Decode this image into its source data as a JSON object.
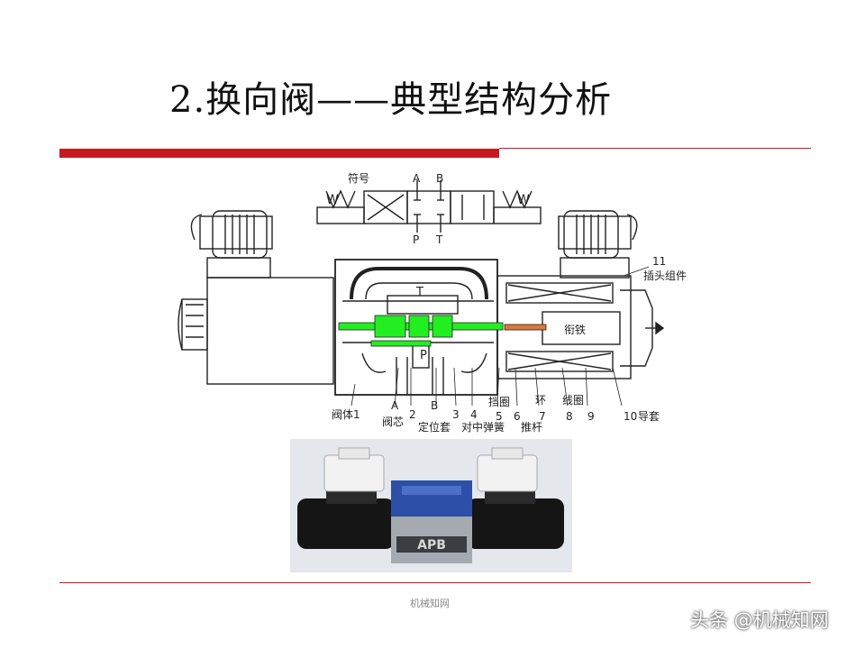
{
  "slide": {
    "title": "2.换向阀——典型结构分析",
    "footer": "机械知网",
    "watermark": "头条 @机械知网"
  },
  "colors": {
    "accent_red": "#c8191e",
    "spool_green": "#22ee22",
    "pushrod_orange": "#d9793a",
    "valve_blue": "#2d4fa8"
  },
  "diagram": {
    "symbol_label": "符号",
    "port_a": "A",
    "port_b": "B",
    "port_p": "P",
    "port_t": "T",
    "spring_w_left": "W",
    "spring_w_right": "W",
    "body_t": "T",
    "body_p": "P",
    "armature": "衔铁",
    "label_valve_body": "阀体",
    "label_spool": "阀芯",
    "label_positioning_sleeve": "定位套",
    "label_center_spring": "对中弹簧",
    "label_stop_ring": "挡圈",
    "label_pushrod": "推杆",
    "label_ring": "环",
    "label_coil": "线圈",
    "label_guide_sleeve": "导套",
    "label_plug_assembly": "插头组件",
    "label_a": "A",
    "label_b": "B",
    "num_1": "1",
    "num_2": "2",
    "num_3": "3",
    "num_4": "4",
    "num_5": "5",
    "num_6": "6",
    "num_7": "7",
    "num_8": "8",
    "num_9": "9",
    "num_10": "10",
    "num_11": "11"
  },
  "photo": {
    "brand": "APB"
  }
}
